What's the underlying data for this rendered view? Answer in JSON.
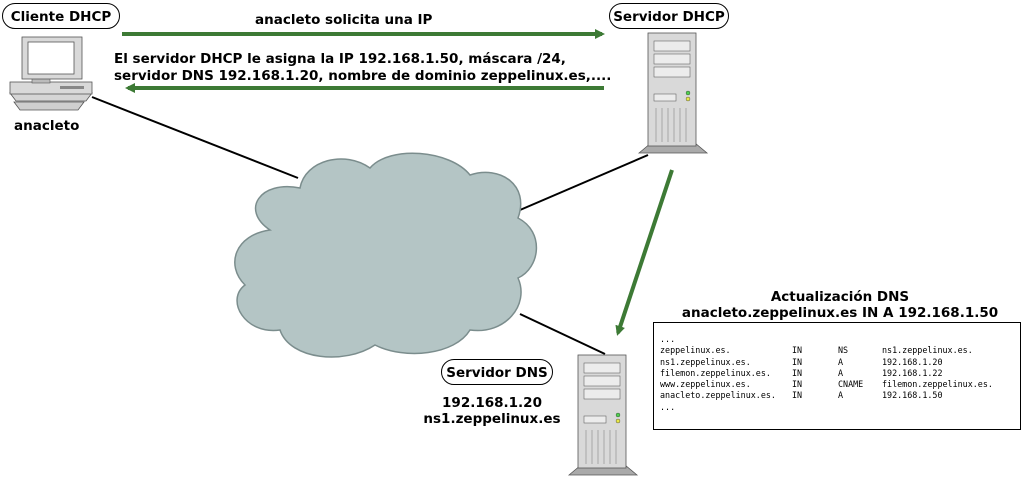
{
  "nodes": {
    "dhcp_client": {
      "title": "Cliente DHCP",
      "hostname": "anacleto"
    },
    "dhcp_server": {
      "title": "Servidor DHCP"
    },
    "dns_server": {
      "title": "Servidor DNS",
      "ip": "192.168.1.20",
      "fqdn": "ns1.zeppelinux.es"
    }
  },
  "messages": {
    "request": "anacleto solicita una IP",
    "reply_line1": "El servidor DHCP le asigna la IP 192.168.1.50, máscara /24,",
    "reply_line2": "servidor DNS 192.168.1.20, nombre de dominio zeppelinux.es,....",
    "dns_update_title": "Actualización DNS",
    "dns_update_record": "anacleto.zeppelinux.es IN A 192.168.1.50"
  },
  "dns_table": {
    "rows": [
      [
        "...",
        "",
        "",
        ""
      ],
      [
        "zeppelinux.es.",
        "IN",
        "NS",
        "ns1.zeppelinux.es."
      ],
      [
        "ns1.zeppelinux.es.",
        "IN",
        "A",
        "192.168.1.20"
      ],
      [
        "filemon.zeppelinux.es.",
        "IN",
        "A",
        "192.168.1.22"
      ],
      [
        "www.zeppelinux.es.",
        "IN",
        "CNAME",
        "filemon.zeppelinux.es."
      ],
      [
        "anacleto.zeppelinux.es.",
        "IN",
        "A",
        "192.168.1.50"
      ],
      [
        "...",
        "",
        "",
        ""
      ]
    ]
  },
  "colors": {
    "arrow": "#3d7a35",
    "cloud": "#b4c5c5",
    "server_body": "#d9d9d9",
    "led_green": "#4fd04f",
    "led_yellow": "#e8e84a"
  }
}
